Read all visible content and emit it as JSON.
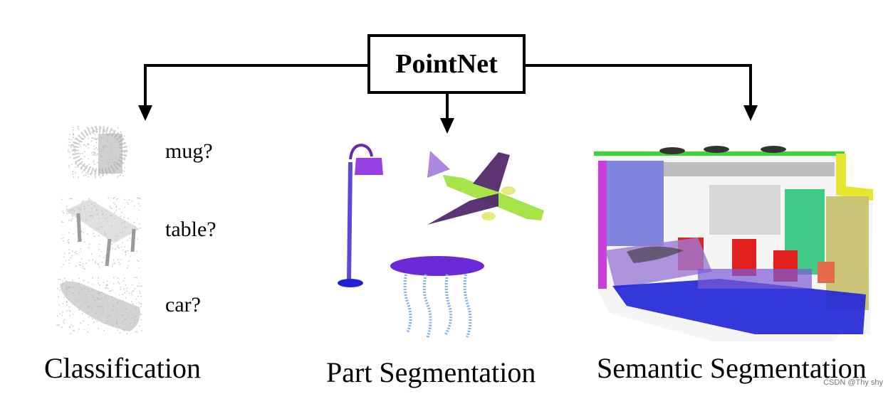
{
  "root": {
    "label": "PointNet"
  },
  "classification": {
    "caption": "Classification",
    "queries": [
      "mug?",
      "table?",
      "car?"
    ],
    "icons": [
      "mug-point-cloud-icon",
      "table-point-cloud-icon",
      "car-point-cloud-icon"
    ]
  },
  "part_segmentation": {
    "caption": "Part Segmentation",
    "icons": [
      "lamp-point-cloud-icon",
      "airplane-point-cloud-icon",
      "table-point-cloud-icon"
    ]
  },
  "semantic_segmentation": {
    "caption": "Semantic Segmentation",
    "icons": [
      "room-scene-point-cloud-icon"
    ]
  },
  "watermark": "CSDN @Thy shy",
  "colors": {
    "line": "#000000",
    "gray_cloud": "#b5b5b5",
    "purple": "#7a2ad6",
    "dark_purple": "#4b1f66",
    "lime": "#a7e44a",
    "blue": "#1f22d6",
    "light_blue": "#7fb2e6",
    "green": "#36d636",
    "yellow": "#e6e632",
    "red": "#e32020",
    "teal": "#2ec47a",
    "magenta": "#c52ad6",
    "olive": "#c8c06a",
    "slate_blue": "#6a72d6"
  }
}
